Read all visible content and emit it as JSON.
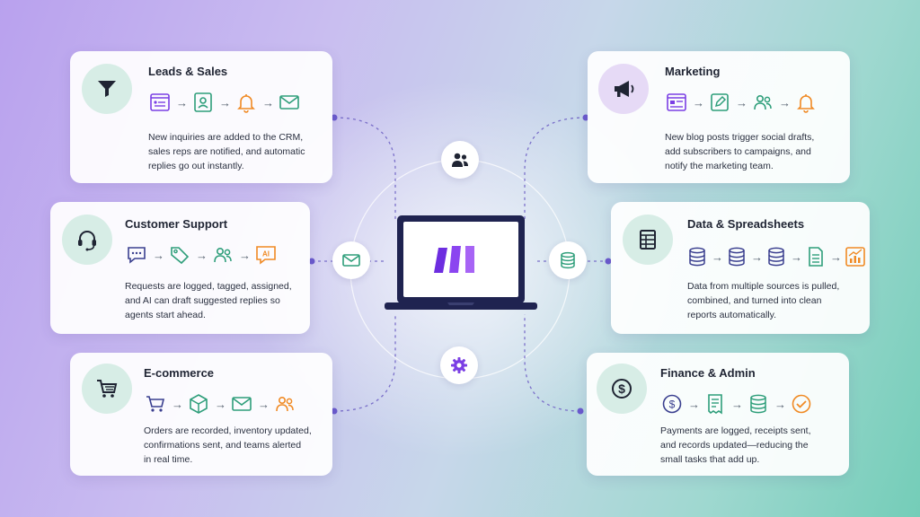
{
  "cards": {
    "leads": {
      "title": "Leads & Sales",
      "desc": [
        "New inquiries are added to the CRM,",
        "sales reps are notified, and automatic",
        "replies go out instantly."
      ]
    },
    "marketing": {
      "title": "Marketing",
      "desc": [
        "New blog posts trigger social drafts,",
        "add subscribers to campaigns, and",
        "notify the marketing team."
      ]
    },
    "support": {
      "title": "Customer Support",
      "ai_tag": "AI",
      "desc": [
        "Requests are logged, tagged, assigned,",
        "and AI can draft suggested replies so",
        "agents start ahead."
      ]
    },
    "data": {
      "title": "Data & Spreadsheets",
      "desc": [
        "Data from multiple sources is pulled,",
        "combined, and turned into clean",
        "reports automatically."
      ]
    },
    "ecommerce": {
      "title": "E-commerce",
      "desc": [
        "Orders are recorded, inventory updated,",
        "confirmations sent, and teams alerted",
        "in real time."
      ]
    },
    "finance": {
      "title": "Finance & Admin",
      "desc": [
        "Payments are logged, receipts sent,",
        "and records updated—reducing the",
        "small tasks that add up."
      ]
    }
  },
  "colors": {
    "accent_purple": "#7b3fe4",
    "accent_green": "#2e9e7a",
    "accent_orange": "#f08a24",
    "icon_navy": "#3a3f8f",
    "dark": "#1f2433"
  },
  "icons": {
    "leads_badge": "funnel-icon",
    "marketing_badge": "megaphone-icon",
    "support_badge": "headset-icon",
    "data_badge": "spreadsheet-icon",
    "ecommerce_badge": "cart-icon",
    "finance_badge": "dollar-coin-icon",
    "hub_top": "users-icon",
    "hub_left": "envelope-icon",
    "hub_right": "database-icon",
    "hub_bottom": "gear-icon",
    "center": "laptop-make-logo"
  }
}
